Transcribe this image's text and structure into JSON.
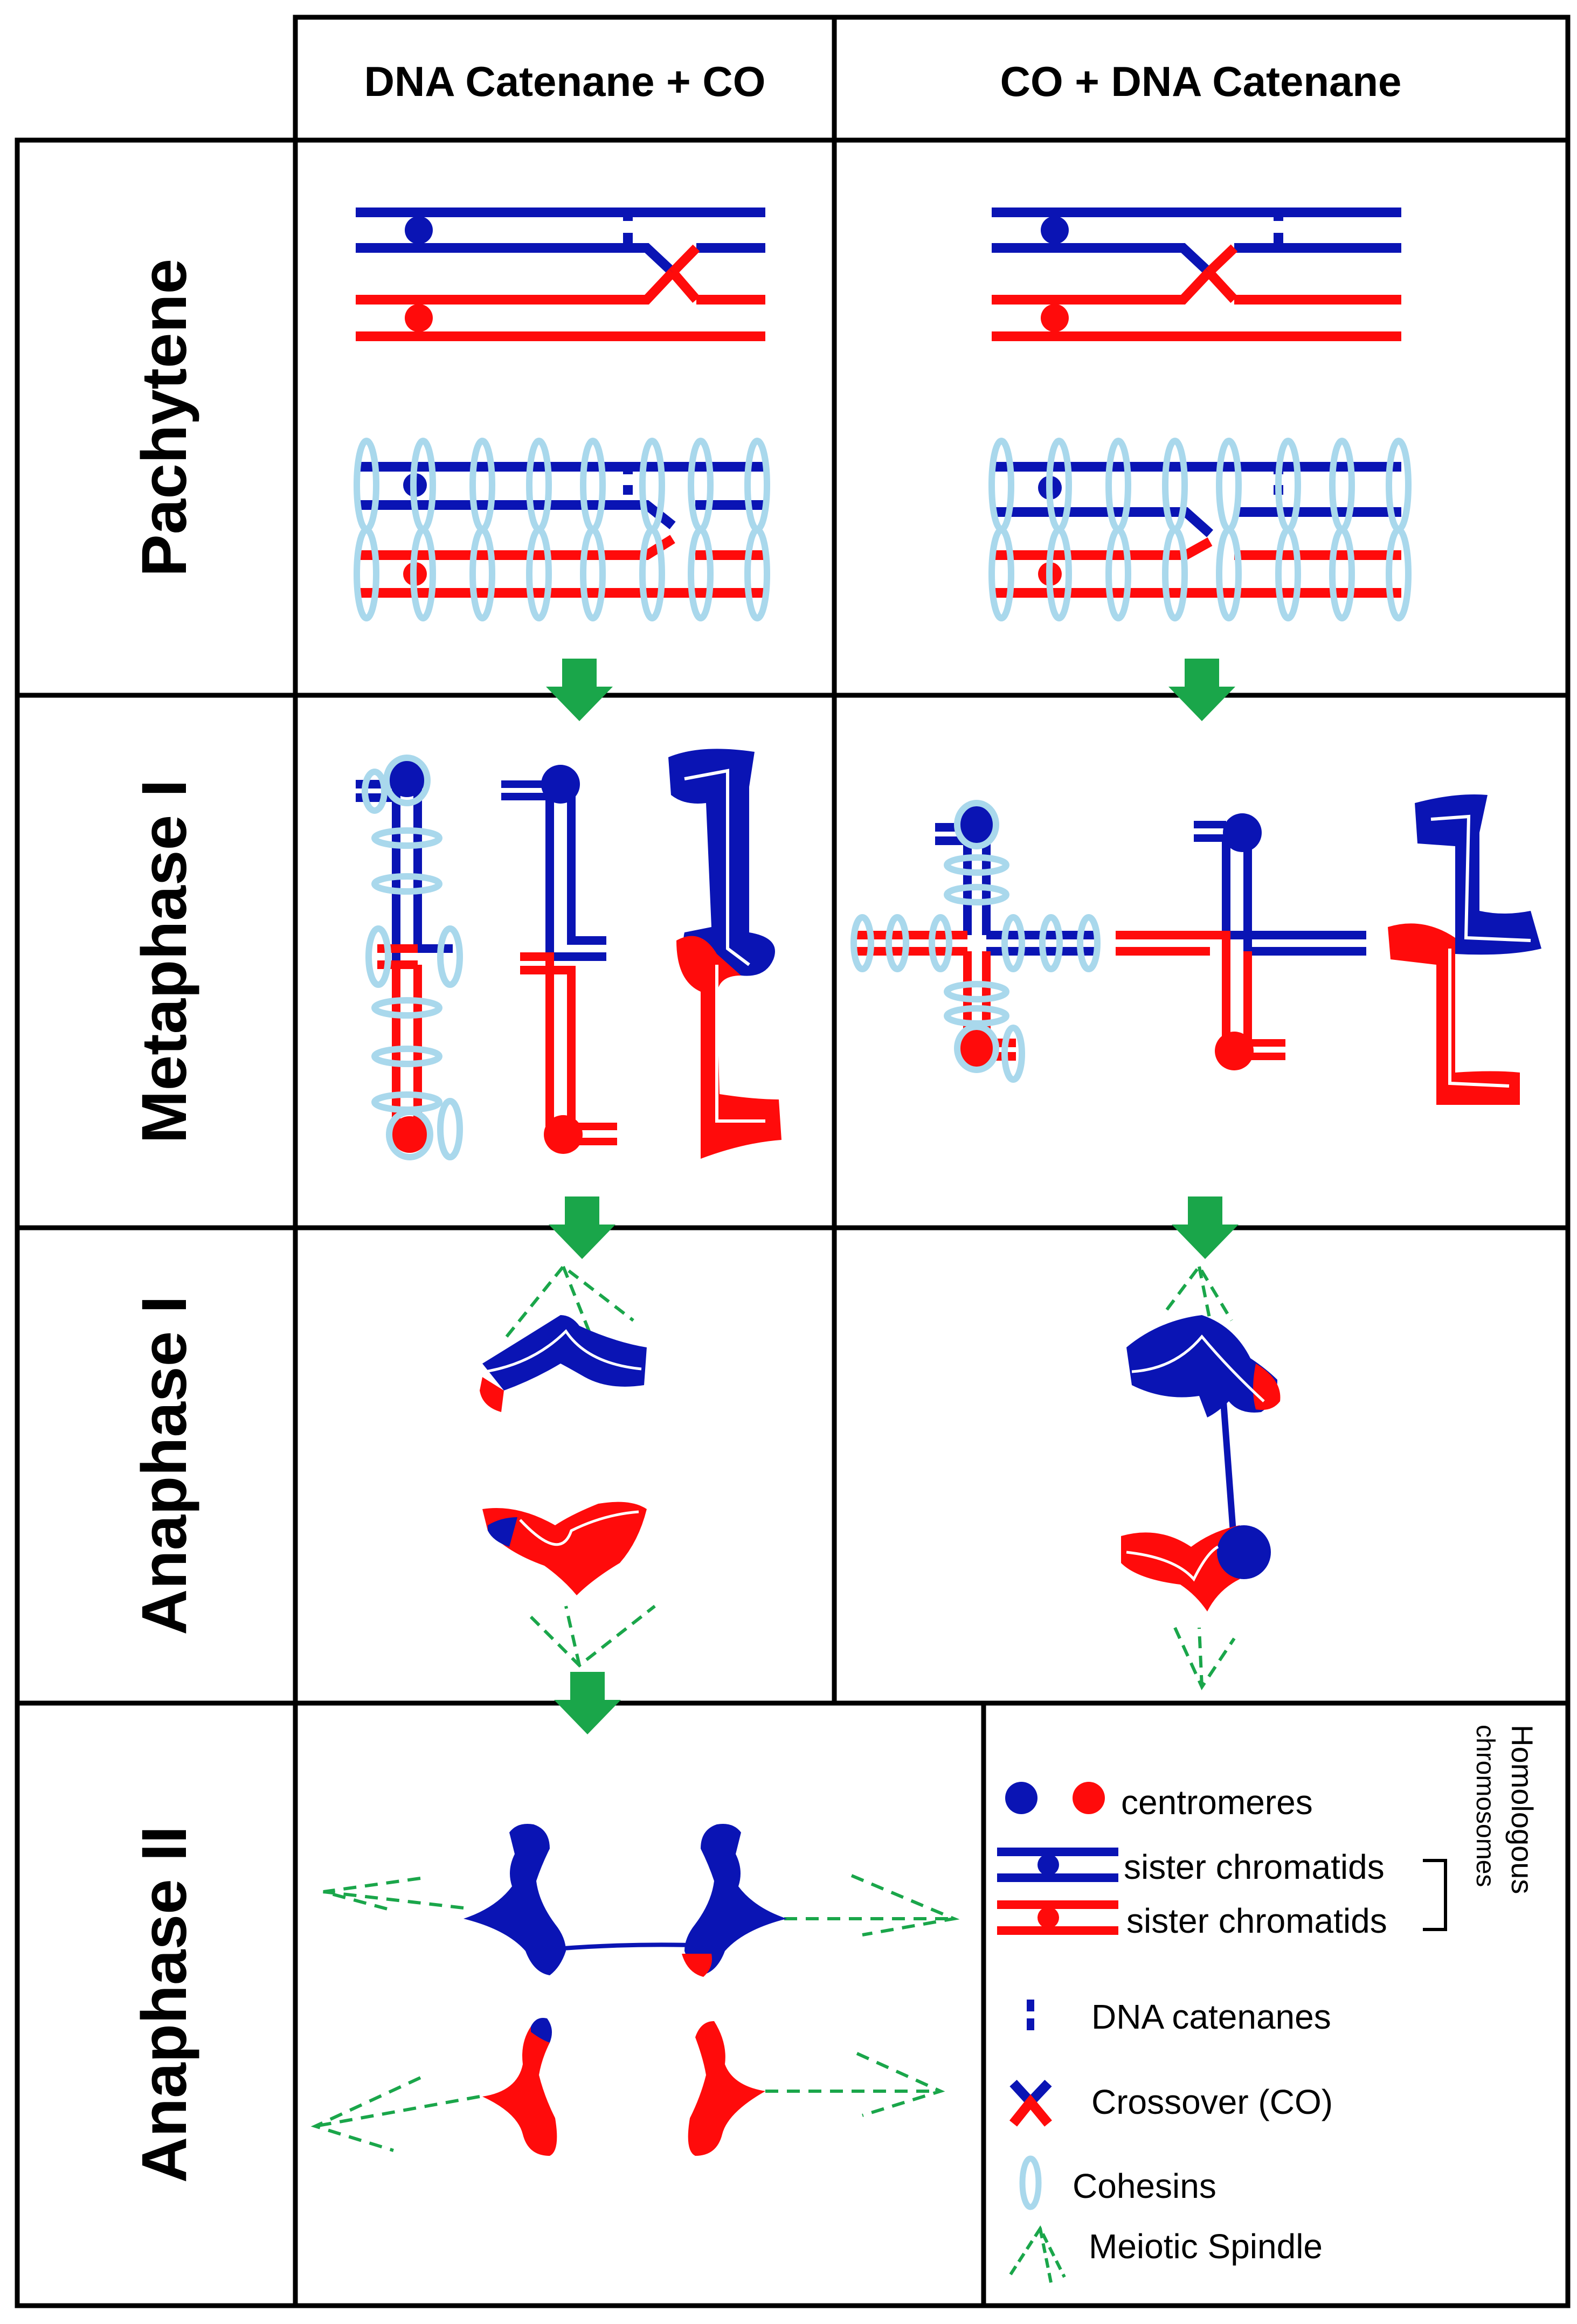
{
  "columns": {
    "left": "DNA Catenane + CO",
    "right": "CO + DNA Catenane"
  },
  "rows": {
    "pachytene": "Pachytene",
    "metaphase1": "Metaphase I",
    "anaphase1": "Anaphase I",
    "anaphase2": "Anaphase II"
  },
  "legend": {
    "centromeres": "centromeres",
    "sister1": "sister chromatids",
    "sister2": "sister chromatids",
    "homologous_1": "Homologous",
    "homologous_2": "chromosomes",
    "catenanes": "DNA catenanes",
    "crossover": "Crossover (CO)",
    "cohesins": "Cohesins",
    "spindle": "Meiotic Spindle"
  },
  "colors": {
    "blue": "#0a14b4",
    "red": "#ff0b0b",
    "cohesin": "#a9d8ec",
    "spindle": "#1aa64a",
    "arrow": "#1aa64a"
  },
  "icons": [
    "centromere-dot",
    "crossover-x",
    "cohesin-ring",
    "spindle-dashes",
    "flow-down-arrow"
  ]
}
